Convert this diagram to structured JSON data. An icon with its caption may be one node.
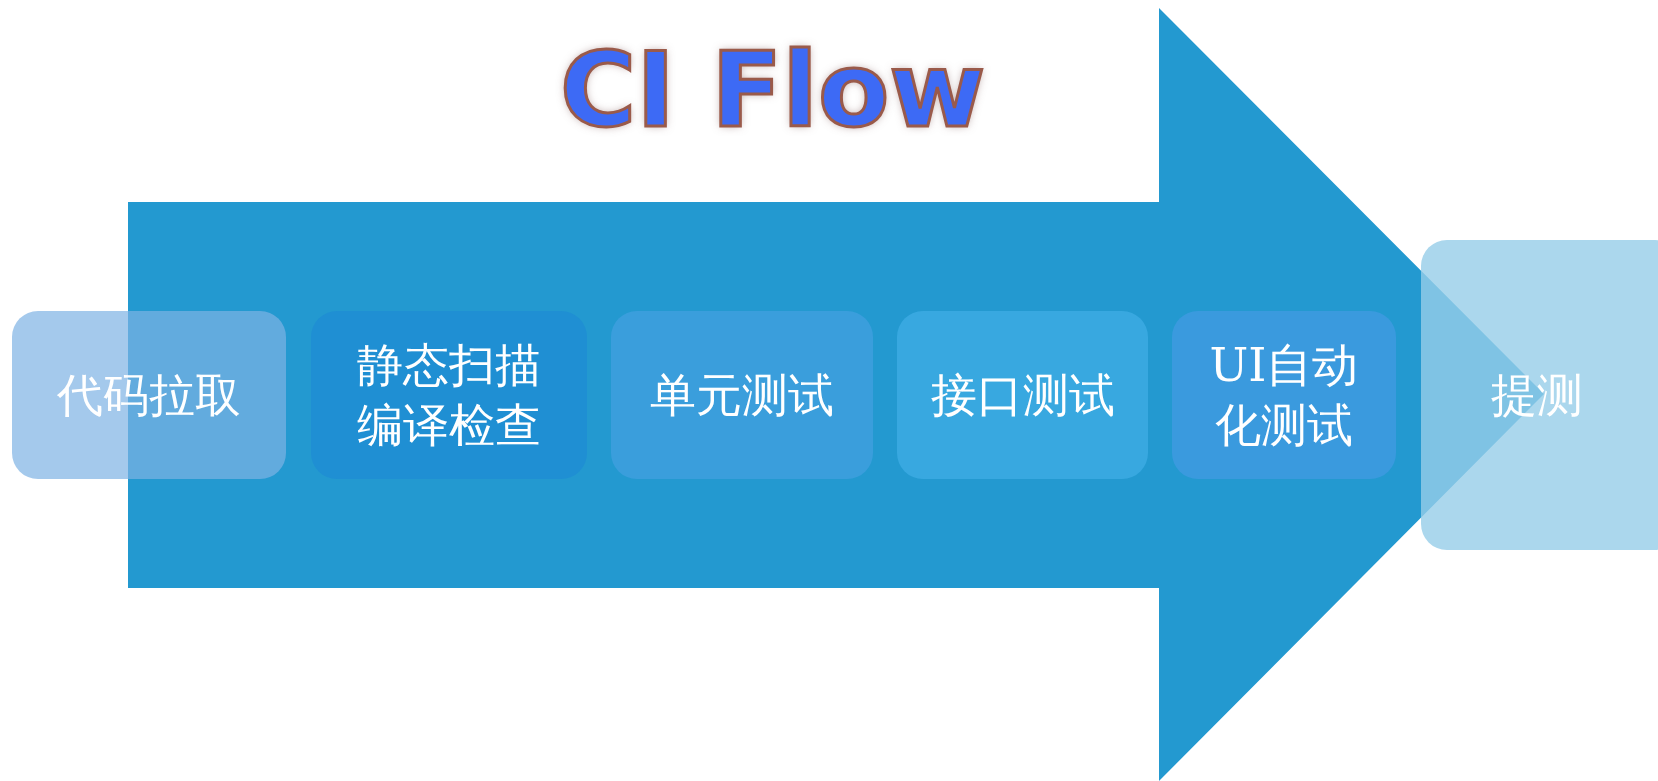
{
  "diagram": {
    "title": "CI Flow",
    "nodes": [
      {
        "text": [
          "代码拉取"
        ]
      },
      {
        "text": [
          "静态扫描编译检查"
        ]
      },
      {
        "text": [
          "单元测试"
        ]
      },
      {
        "text": [
          "接口测试"
        ]
      },
      {
        "text": [
          "UI自动化测试"
        ]
      },
      {
        "text": [
          "提测"
        ]
      }
    ],
    "edges": [
      {
        "from": 0,
        "to": 5,
        "arrow": "to"
      }
    ]
  }
}
